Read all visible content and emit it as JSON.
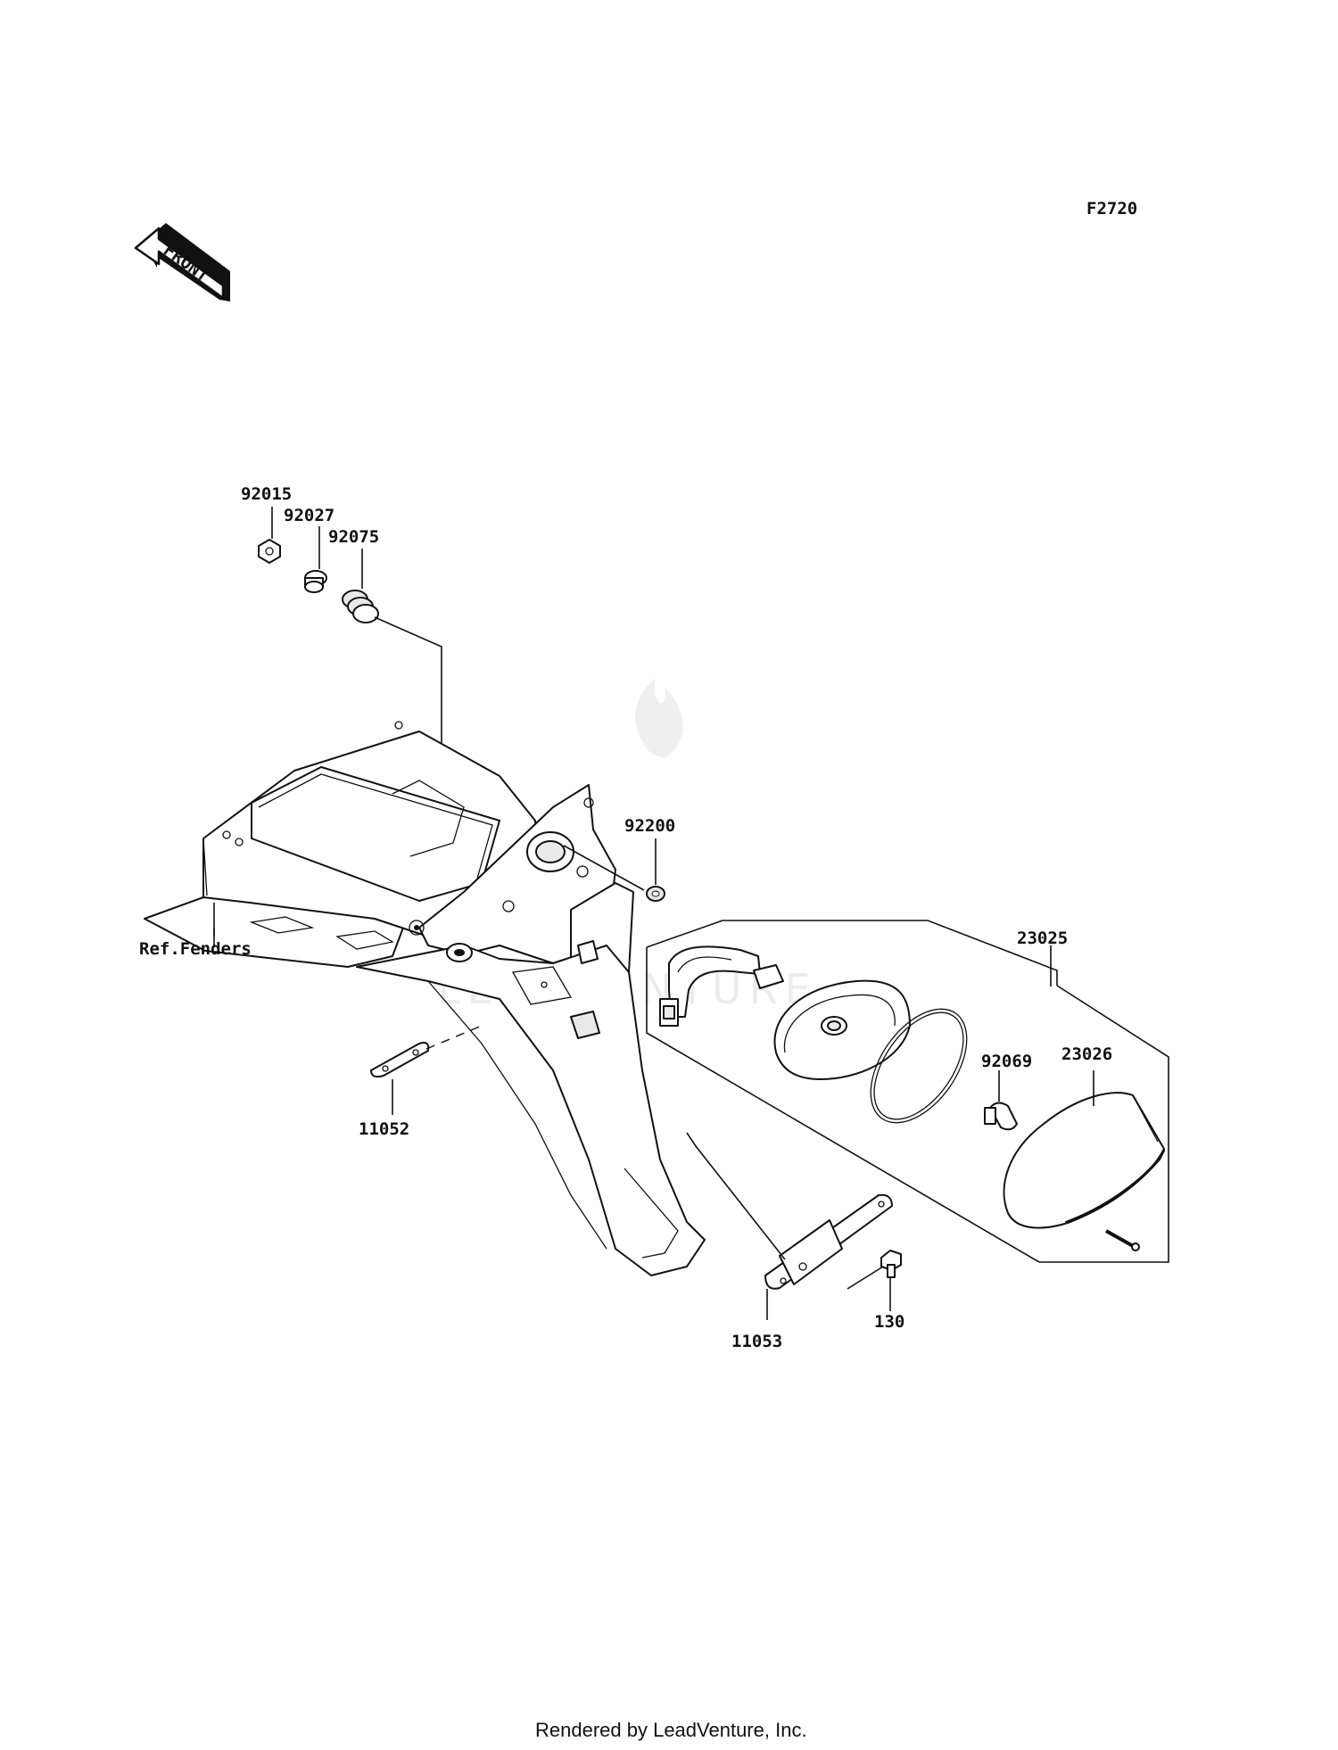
{
  "diagram_id": "F2720",
  "front_arrow_label": "FRONT",
  "footer": "Rendered by LeadVenture, Inc.",
  "watermark": "LEADVENTURE",
  "part_labels": {
    "p92015": "92015",
    "p92027": "92027",
    "p92075": "92075",
    "p92200": "92200",
    "p23025": "23025",
    "p92069": "92069",
    "p23026": "23026",
    "p11052": "11052",
    "p11053": "11053",
    "p130": "130",
    "ref_fenders": "Ref.Fenders"
  }
}
